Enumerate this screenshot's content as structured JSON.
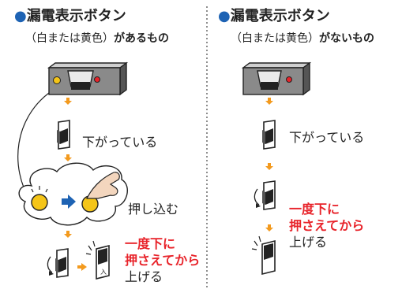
{
  "left": {
    "title_dot": "●",
    "title": "漏電表示ボタン",
    "subtitle_paren": "（白または黄色）",
    "subtitle_bold": "があるもの",
    "step1": "下がっている",
    "step2": "押し込む",
    "step3_red1": "一度下に",
    "step3_red2": "押さえてから",
    "step3_black": "上げる"
  },
  "right": {
    "title_dot": "●",
    "title": "漏電表示ボタン",
    "subtitle_paren": "（白または黄色）",
    "subtitle_bold": "がないもの",
    "step1": "下がっている",
    "step3_red1": "一度下に",
    "step3_red2": "押さえてから",
    "step3_black": "上げる"
  },
  "switch_label": "入",
  "colors": {
    "title_dot": "#1e63b4",
    "emphasis": "#e8232a",
    "arrow_orange": "#f39a1e",
    "arrow_blue": "#1e63b4",
    "indicator_yellow": "#f5c518",
    "indicator_red": "#e8232a",
    "panel_gray": "#8a8a8a"
  }
}
